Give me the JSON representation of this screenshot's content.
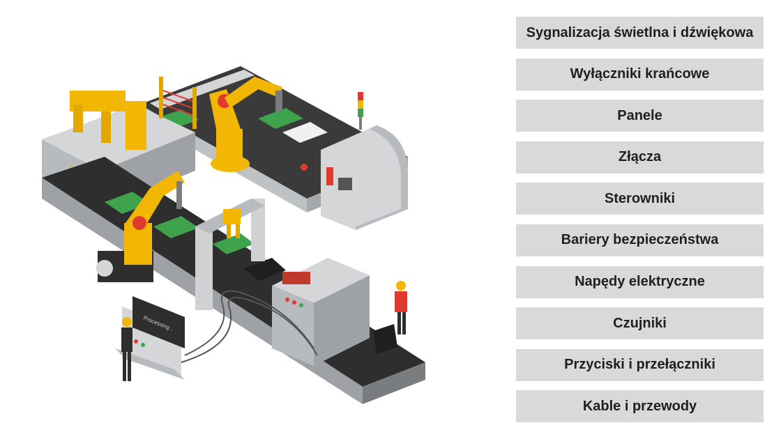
{
  "illustration": {
    "screen_text": "Processing...",
    "colors": {
      "robot": "#f2b705",
      "machine": "#d4d6d8",
      "machine_dark": "#9ea2a6",
      "belt": "#2e2e2e",
      "pcb": "#3fa34d",
      "alert": "#e03a2f"
    }
  },
  "categories": [
    {
      "label": "Sygnalizacja świetlna i dźwiękowa"
    },
    {
      "label": "Wyłączniki krańcowe"
    },
    {
      "label": "Panele"
    },
    {
      "label": "Złącza"
    },
    {
      "label": "Sterowniki"
    },
    {
      "label": "Bariery bezpieczeństwa"
    },
    {
      "label": "Napędy elektryczne"
    },
    {
      "label": "Czujniki"
    },
    {
      "label": "Przyciski i przełączniki"
    },
    {
      "label": "Kable i przewody"
    }
  ],
  "style": {
    "button_bg": "#d9d9d9",
    "button_text": "#1f1f1f"
  }
}
